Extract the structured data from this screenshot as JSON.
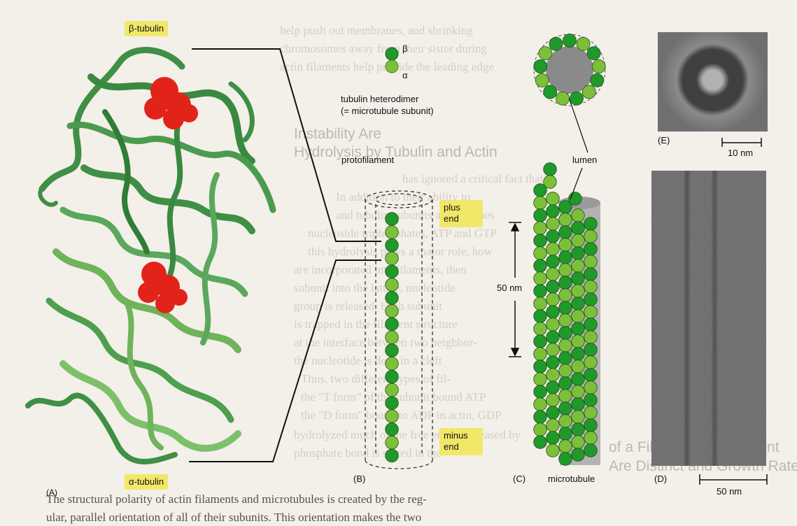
{
  "panels": {
    "a": "(A)",
    "b": "(B)",
    "c": "(C)",
    "d": "(D)",
    "e": "(E)"
  },
  "labels": {
    "beta_tubulin": "β-tubulin",
    "alpha_tubulin": "α-tubulin",
    "beta": "β",
    "alpha": "α",
    "heterodimer_line1": "tubulin heterodimer",
    "heterodimer_line2": "(= microtubule subunit)",
    "protofilament": "protofilament",
    "plus_end_1": "plus",
    "plus_end_2": "end",
    "minus_end_1": "minus",
    "minus_end_2": "end",
    "fifty_nm": "50 nm",
    "lumen": "lumen",
    "microtubule": "microtubule",
    "scale_e": "10 nm",
    "scale_d": "50 nm"
  },
  "background_text": {
    "line1": "help push out membranes, and shrinking",
    "line2": "chromosomes away from their sister during",
    "line3": "actin filaments help provide the leading edge",
    "heading1": "Instability Are",
    "heading2": "Hydrolysis by Tubulin and Actin",
    "body1": "has ignored a critical fact that",
    "body2": "In addition to their ability to",
    "body3": "and tubulin subunits are enzymes",
    "body4": "nucleoside triphosphates, ATP and GTP",
    "body5": "this hydrolysis plays a major role, how",
    "body6": "are incorporated into filaments, then",
    "body7": "subunit into the lattice, nucleotide",
    "body8": "group is released. Each subunit",
    "body9": "is trapped in the filament structure",
    "body10": "at the interface between two neighbor-",
    "body11": "the nucleotide is deep in a cleft",
    "body12": "Thus, two different types of fil-",
    "body13": "the \"T form\" of the subunit bound ATP",
    "body14": "the \"D form\" bound to ADP in actin, GDP",
    "body15": "hydrolyzed much of the free energy released by",
    "body16": "phosphate bond is stored in the",
    "heading3": "of a Filament Are Different",
    "heading4": "Are Distinct and Growth Rates",
    "bottom1": "The structural polarity of actin filaments and microtubules is created by the reg-",
    "bottom2": "ular, parallel orientation of all of their subunits. This orientation makes the two"
  },
  "colors": {
    "dark_green": "#1f9a2a",
    "light_green": "#7cc03a",
    "ribbon": "#3f8f45",
    "ribbon_light": "#6fb35a",
    "nucleotide": "#e2231a",
    "highlight": "#f1e86a"
  }
}
